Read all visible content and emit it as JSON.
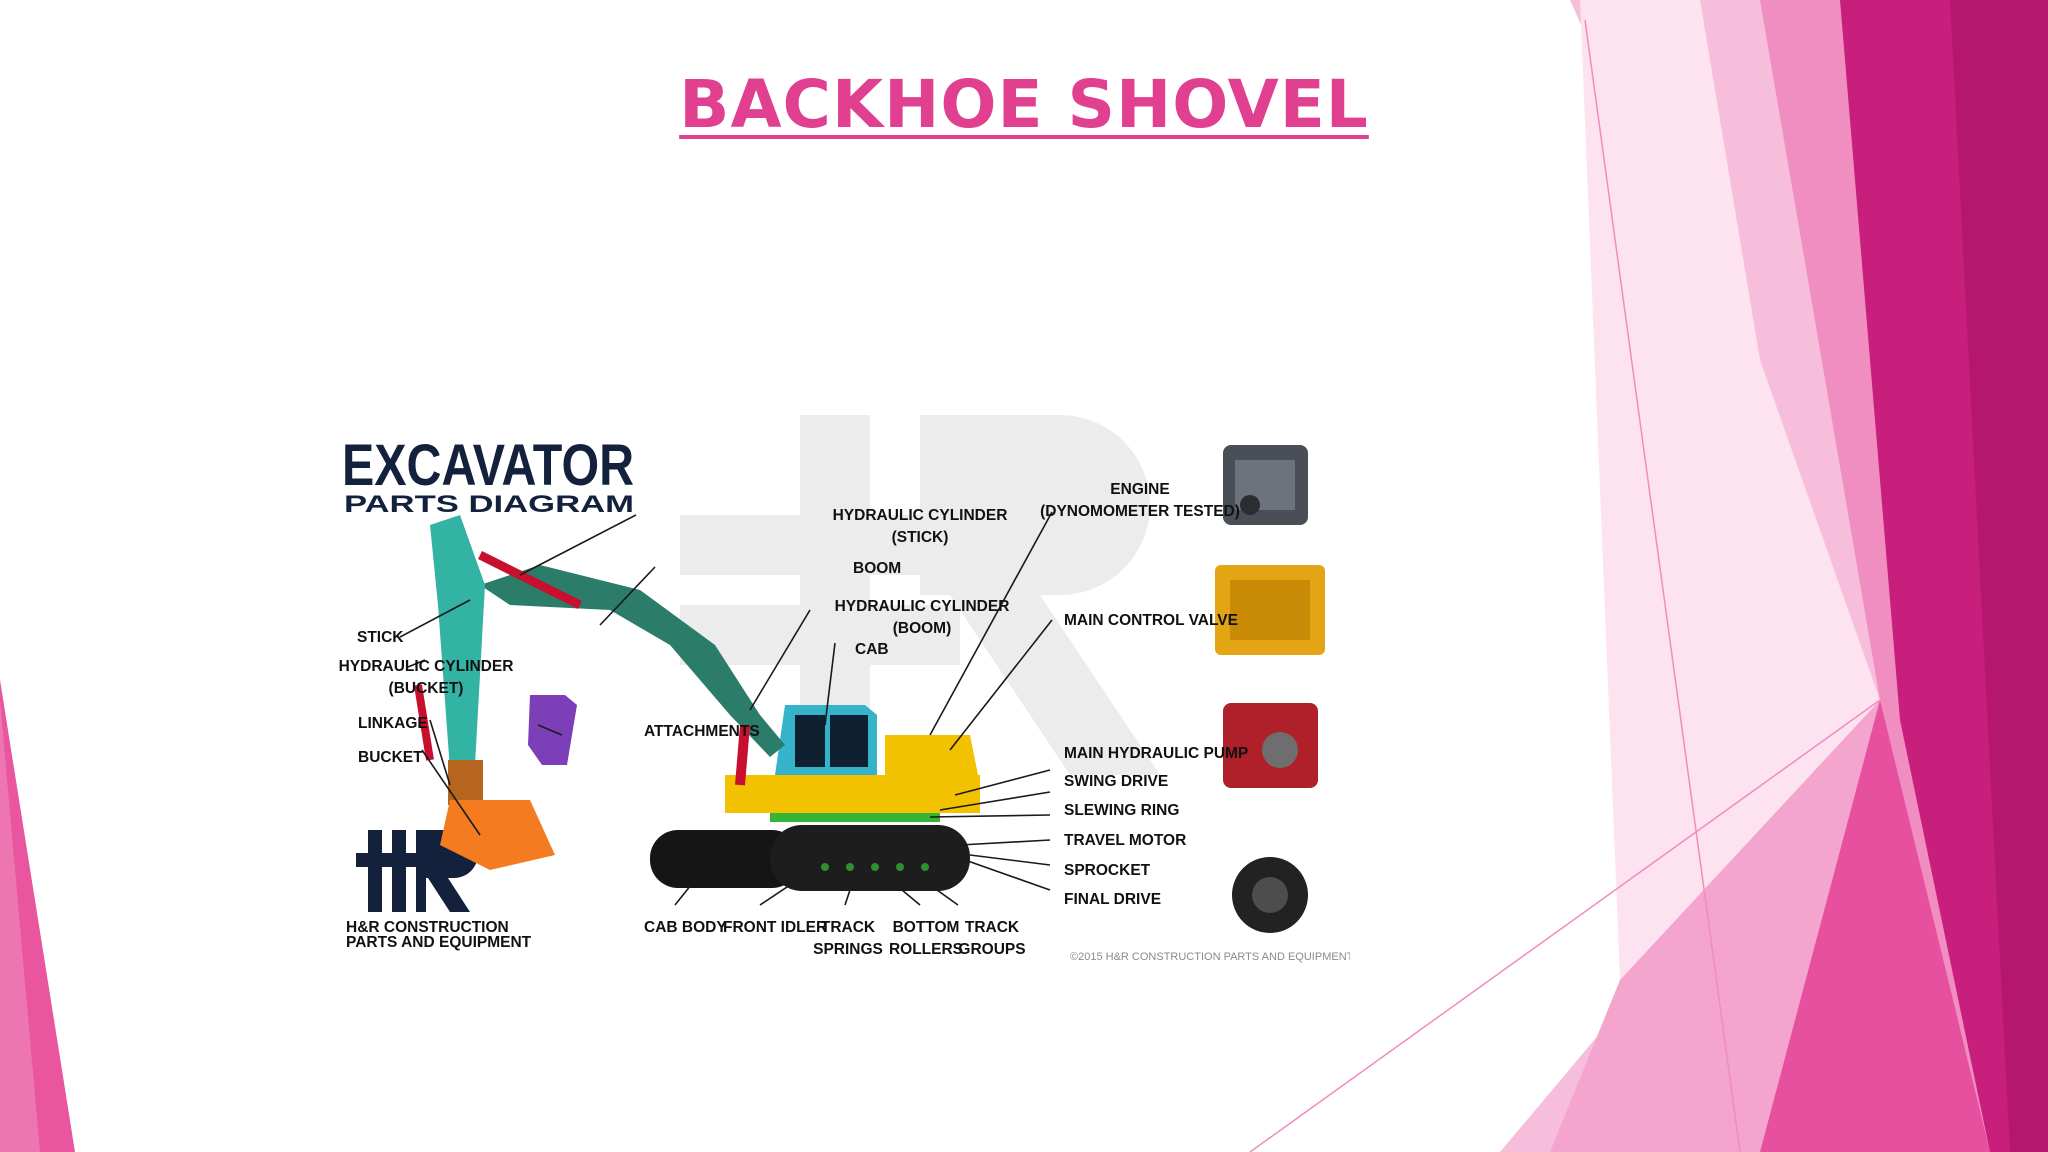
{
  "slide": {
    "title": "BACKHOE SHOVEL",
    "colors": {
      "accent": "#e0408f",
      "deco_dark": "#b5176d",
      "deco_mid": "#e7509e",
      "deco_light": "#f3a5cd"
    }
  },
  "diagram": {
    "heading": "EXCAVATOR",
    "subheading": "PARTS DIAGRAM",
    "logo_text_1": "H&R CONSTRUCTION",
    "logo_text_2": "PARTS AND EQUIPMENT",
    "copyright": "©2015 H&R CONSTRUCTION PARTS AND EQUIPMENT",
    "labels": {
      "hyd_cyl_stick_1": "HYDRAULIC CYLINDER",
      "hyd_cyl_stick_2": "(STICK)",
      "boom": "BOOM",
      "hyd_cyl_boom_1": "HYDRAULIC CYLINDER",
      "hyd_cyl_boom_2": "(BOOM)",
      "cab": "CAB",
      "engine_1": "ENGINE",
      "engine_2": "(DYNOMOMETER TESTED)",
      "main_control_valve": "MAIN CONTROL VALVE",
      "stick": "STICK",
      "hyd_cyl_bucket_1": "HYDRAULIC CYLINDER",
      "hyd_cyl_bucket_2": "(BUCKET)",
      "linkage": "LINKAGE",
      "bucket": "BUCKET",
      "attachments": "ATTACHMENTS",
      "main_hydraulic_pump": "MAIN HYDRAULIC PUMP",
      "swing_drive": "SWING DRIVE",
      "slewing_ring": "SLEWING RING",
      "travel_motor": "TRAVEL MOTOR",
      "sprocket": "SPROCKET",
      "final_drive": "FINAL DRIVE",
      "cab_body": "CAB BODY",
      "front_idler": "FRONT IDLER",
      "track_springs_1": "TRACK",
      "track_springs_2": "SPRINGS",
      "bottom_rollers_1": "BOTTOM",
      "bottom_rollers_2": "ROLLERS",
      "track_groups_1": "TRACK",
      "track_groups_2": "GROUPS"
    }
  }
}
